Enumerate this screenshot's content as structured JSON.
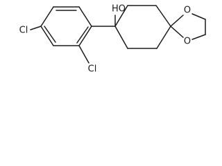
{
  "molecule": {
    "labels": {
      "hydroxyl": "HO",
      "chlorine_para": "Cl",
      "chlorine_ortho": "Cl",
      "oxygen_top": "O",
      "oxygen_bottom": "O"
    }
  }
}
